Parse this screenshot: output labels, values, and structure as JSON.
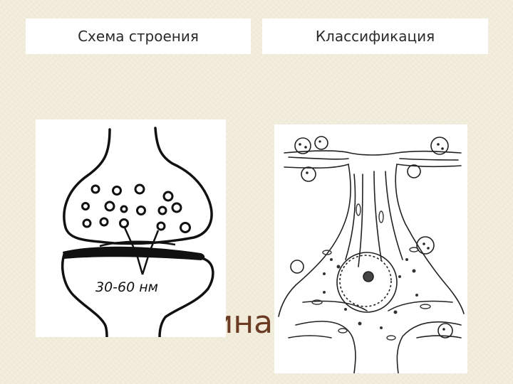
{
  "header": {
    "left_label": "Схема строения",
    "right_label": "Классификация"
  },
  "background_title": "Синапс",
  "synapse_figure": {
    "gap_label": "30-60 нм"
  },
  "colors": {
    "background": "#f3eede",
    "title_text": "#6b3a22",
    "ink": "#111111"
  }
}
